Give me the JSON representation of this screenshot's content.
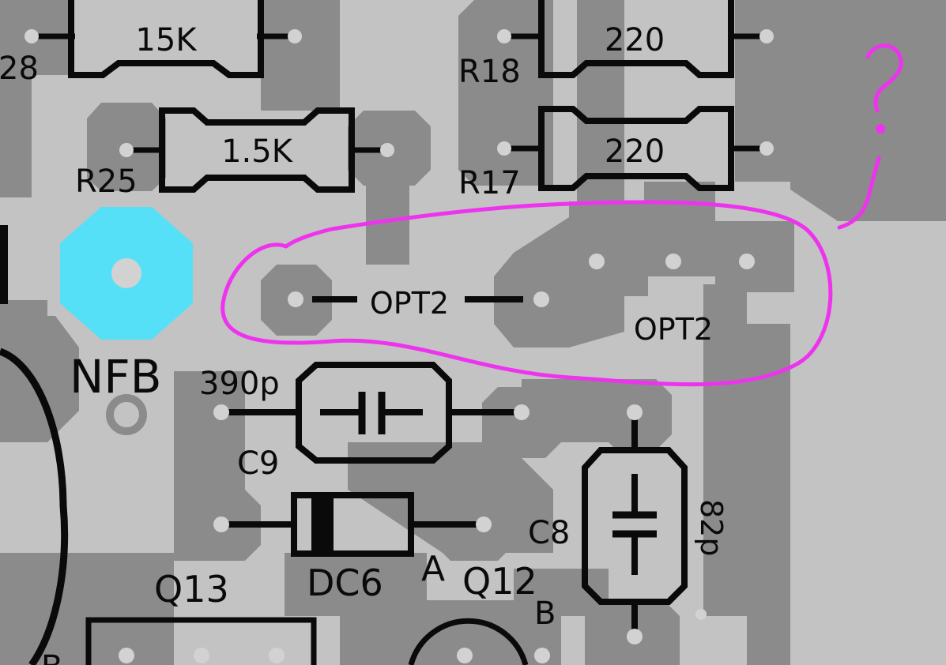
{
  "labels": {
    "r28": "28",
    "r28_value": "15K",
    "r25": "R25",
    "r25_value": "1.5K",
    "r18": "R18",
    "r18_value": "220",
    "r17": "R17",
    "r17_value": "220",
    "nfb": "NFB",
    "opt2_left": "OPT2",
    "opt2_right": "OPT2",
    "c9": "C9",
    "c9_value": "390p",
    "c8": "C8",
    "c8_value": "82p",
    "dc6": "DC6",
    "diode_anode": "A",
    "q13": "Q13",
    "q12": "Q12",
    "q12_pin_b": "B",
    "bottom_left_pin": "B",
    "annotation": "?"
  },
  "colors": {
    "board": "#c3c3c3",
    "copper": "#8b8b8b",
    "silkscreen": "#0a0a0a",
    "pad_hole": "#d2d2d2",
    "nfb_pad": "#55e0f7",
    "annotation": "#ee33ee"
  }
}
